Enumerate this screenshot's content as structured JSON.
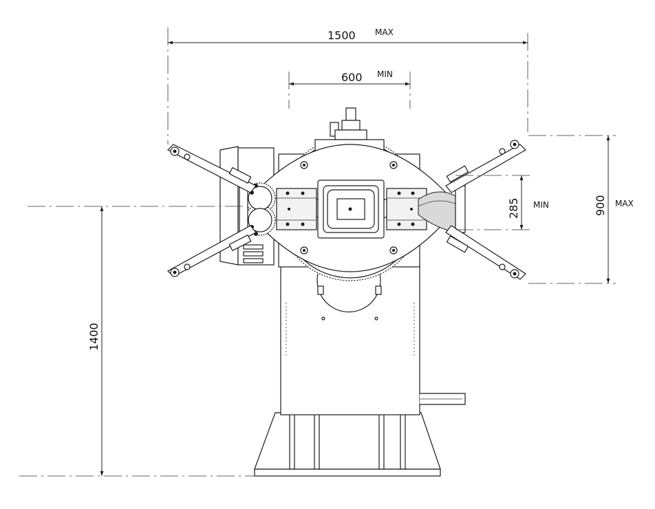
{
  "dimensions": {
    "overall_width": {
      "value": "1500",
      "suffix": "MAX"
    },
    "clamp_width": {
      "value": "600",
      "suffix": "MIN"
    },
    "arm_span_height": {
      "value": "900",
      "suffix": "MAX"
    },
    "arm_gap": {
      "value": "285",
      "suffix": "MIN"
    },
    "center_height": {
      "value": "1400"
    }
  }
}
